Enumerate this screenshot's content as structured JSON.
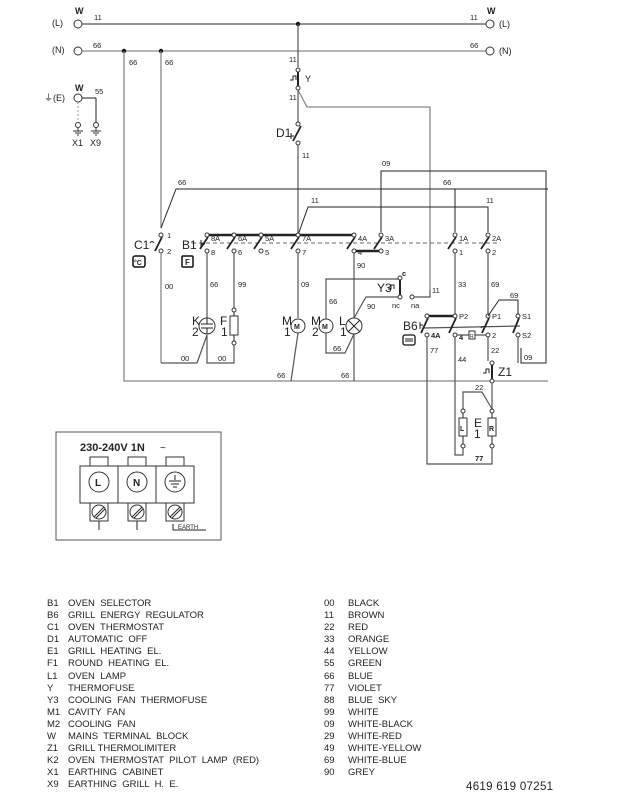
{
  "title": "Oven wiring diagram",
  "supply": {
    "voltage": "230-240V  1N",
    "ac_symbol": "~",
    "terminals": [
      "L",
      "N",
      "earth"
    ],
    "earth_label": "EARTH"
  },
  "terminal_labels": {
    "W": "W",
    "L": "(L)",
    "N": "(N)",
    "E": "⏚(E)",
    "X1": "X1",
    "X9": "X9"
  },
  "component_labels": {
    "Y": "Y",
    "D1": "D1",
    "C1": "C1",
    "B1": "B1",
    "K2_k": "K",
    "K2_n": "2",
    "F1_f": "F",
    "F1_n": "1",
    "M1_m": "M",
    "M1_n": "1",
    "M2_m": "M",
    "M2_n": "2",
    "L1_l": "L",
    "L1_n": "1",
    "Y3": "Y3",
    "B6": "B6",
    "Z1": "Z1",
    "E1_e": "E",
    "E1_n": "1",
    "M_glyph": "M",
    "L_glyph": "L",
    "R_glyph": "R",
    "F_glyph": "F",
    "C_glyph": "°C",
    "R_box": "R"
  },
  "contacts": {
    "c1_1": "1",
    "c1_2": "2",
    "b1": [
      "8A",
      "6A",
      "5A",
      "7A",
      "4A",
      "3A",
      "1A",
      "2A"
    ],
    "b1_out": [
      "8",
      "6",
      "5",
      "7",
      "4",
      "3",
      "1",
      "2"
    ],
    "y3": [
      "c",
      "nc",
      "na"
    ],
    "b6": [
      "P2",
      "P1",
      "S1",
      "S2",
      "4A",
      "4",
      "2"
    ]
  },
  "wire_codes": {
    "l_top": "11",
    "n_top_left": "66",
    "l_top_right": "11",
    "n_top_right": "66",
    "n_drop1": "66",
    "n_drop2": "66",
    "earth": "55",
    "y_in": "11",
    "y_out": "11",
    "d1_out": "11",
    "c1_in": "66",
    "b1_in": "11",
    "w09_top": "09",
    "w66_right": "66",
    "w11_right": "11",
    "c1_out": "00",
    "k2_in": "66",
    "f1_in": "99",
    "m1_in": "09",
    "m2_in": "66",
    "lamp_in": "90",
    "y3_out": "90",
    "y3_na": "11",
    "k2_bottom": "00",
    "f1_bottom": "00",
    "m1_bottom": "66",
    "lamp_bottom": "66",
    "m2_bottom": "66",
    "w33": "33",
    "w69": "69",
    "w69b": "69",
    "w77": "77",
    "w44": "44",
    "w22": "22",
    "w09_s2": "09",
    "w22_e": "22",
    "w77_bottom": "77"
  },
  "legend": [
    {
      "code": "B1",
      "name": "OVEN  SELECTOR"
    },
    {
      "code": "B6",
      "name": "GRILL  ENERGY  REGULATOR"
    },
    {
      "code": "C1",
      "name": "OVEN  THERMOSTAT"
    },
    {
      "code": "D1",
      "name": "AUTOMATIC  OFF"
    },
    {
      "code": "E1",
      "name": "GRILL  HEATING  EL."
    },
    {
      "code": "F1",
      "name": "ROUND  HEATING  EL."
    },
    {
      "code": "L1",
      "name": "OVEN  LAMP"
    },
    {
      "code": "Y",
      "name": "THERMOFUSE"
    },
    {
      "code": "Y3",
      "name": "COOLING  FAN  THERMOFUSE"
    },
    {
      "code": "M1",
      "name": "CAVITY  FAN"
    },
    {
      "code": "M2",
      "name": "COOLING  FAN"
    },
    {
      "code": "W",
      "name": "MAINS  TERMINAL  BLOCK"
    },
    {
      "code": "Z1",
      "name": "GRILL THERMOLIMITER"
    },
    {
      "code": "K2",
      "name": "OVEN  THERMOSTAT  PILOT  LAMP  (RED)"
    },
    {
      "code": "X1",
      "name": "EARTHING  CABINET"
    },
    {
      "code": "X9",
      "name": "EARTHING  GRILL  H.  E."
    }
  ],
  "color_codes": [
    {
      "code": "00",
      "name": "BLACK"
    },
    {
      "code": "11",
      "name": "BROWN"
    },
    {
      "code": "22",
      "name": "RED"
    },
    {
      "code": "33",
      "name": "ORANGE"
    },
    {
      "code": "44",
      "name": "YELLOW"
    },
    {
      "code": "55",
      "name": "GREEN"
    },
    {
      "code": "66",
      "name": "BLUE"
    },
    {
      "code": "77",
      "name": "VIOLET"
    },
    {
      "code": "88",
      "name": "BLUE  SKY"
    },
    {
      "code": "99",
      "name": "WHITE"
    },
    {
      "code": "09",
      "name": "WHITE-BLACK"
    },
    {
      "code": "29",
      "name": "WHITE-RED"
    },
    {
      "code": "49",
      "name": "WHITE-YELLOW"
    },
    {
      "code": "69",
      "name": "WHITE-BLUE"
    },
    {
      "code": "90",
      "name": "GREY"
    }
  ],
  "document_number": "4619  619  07251"
}
